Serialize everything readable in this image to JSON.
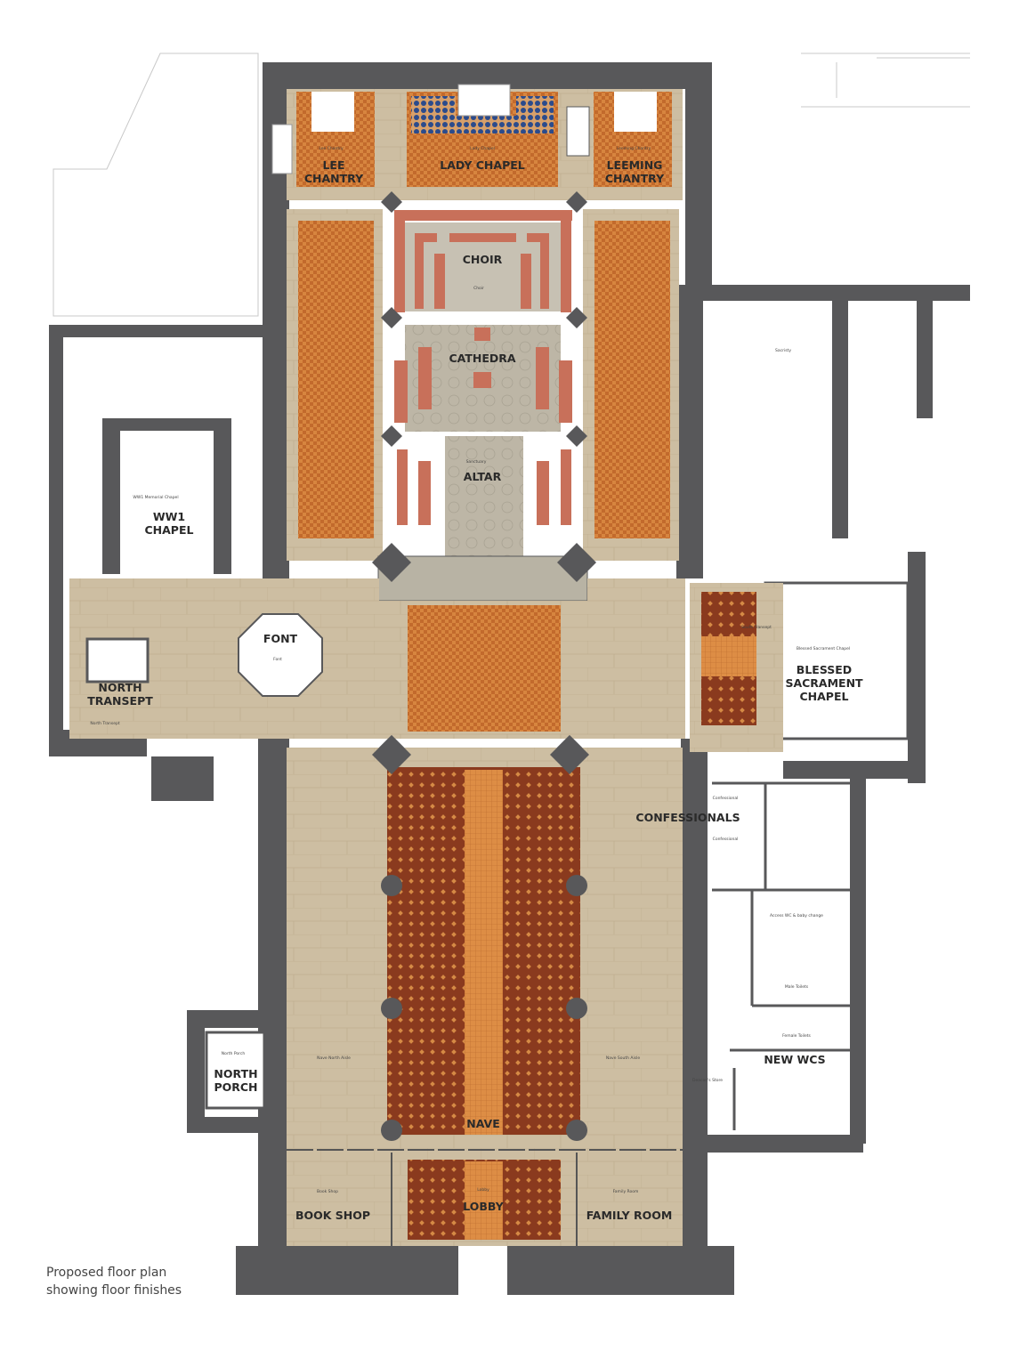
{
  "caption": {
    "line1": "Proposed floor plan",
    "line2": "showing floor finishes"
  },
  "colors": {
    "wall": "#58585a",
    "stone_floor": "#cdbea2",
    "terracotta_tile": "#d7853f",
    "red_carpet_tile": "#8a3a1e",
    "blue_tile": "#2b4b8c",
    "sanctuary_stone": "#bdb6a6",
    "furniture": "#c8705a"
  },
  "rooms": {
    "lee_chantry": {
      "line1": "LEE",
      "line2": "CHANTRY",
      "small": "Lee Chantry"
    },
    "lady_chapel": {
      "label": "LADY CHAPEL",
      "small": "Lady Chapel"
    },
    "leeming_chantry": {
      "line1": "LEEMING",
      "line2": "CHANTRY",
      "small": "Leeming Chantry"
    },
    "choir": {
      "label": "CHOIR",
      "small": "Choir"
    },
    "cathedra": {
      "label": "CATHEDRA"
    },
    "altar": {
      "label": "ALTAR",
      "small": "Sanctuary"
    },
    "ww1_chapel": {
      "line1": "WW1",
      "line2": "CHAPEL",
      "small": "WW1 Memorial Chapel"
    },
    "font": {
      "label": "FONT",
      "small": "Font"
    },
    "north_transept": {
      "line1": "NORTH",
      "line2": "TRANSEPT",
      "small": "North Transept"
    },
    "blessed_sacrament": {
      "line1": "BLESSED",
      "line2": "SACRAMENT",
      "line3": "CHAPEL",
      "small": "Blessed Sacrament Chapel",
      "transept_small": "South Transept"
    },
    "sacristy": {
      "small": "Sacristy"
    },
    "confessionals": {
      "label": "CONFESSIONALS",
      "small1": "Confessional",
      "small2": "Confessional"
    },
    "new_wcs": {
      "label": "NEW WCS",
      "access": "Access WC & baby change",
      "male": "Male Toilets",
      "female": "Female Toilets",
      "store": "Deacon's Store"
    },
    "north_porch": {
      "line1": "NORTH",
      "line2": "PORCH",
      "small": "North Porch"
    },
    "nave": {
      "label": "NAVE",
      "north_aisle": "Nave North Aisle",
      "south_aisle": "Nave South Aisle"
    },
    "book_shop": {
      "label": "BOOK SHOP",
      "small": "Book Shop"
    },
    "lobby": {
      "label": "LOBBY",
      "small": "Lobby"
    },
    "family_room": {
      "label": "FAMILY ROOM",
      "small": "Family Room"
    }
  }
}
